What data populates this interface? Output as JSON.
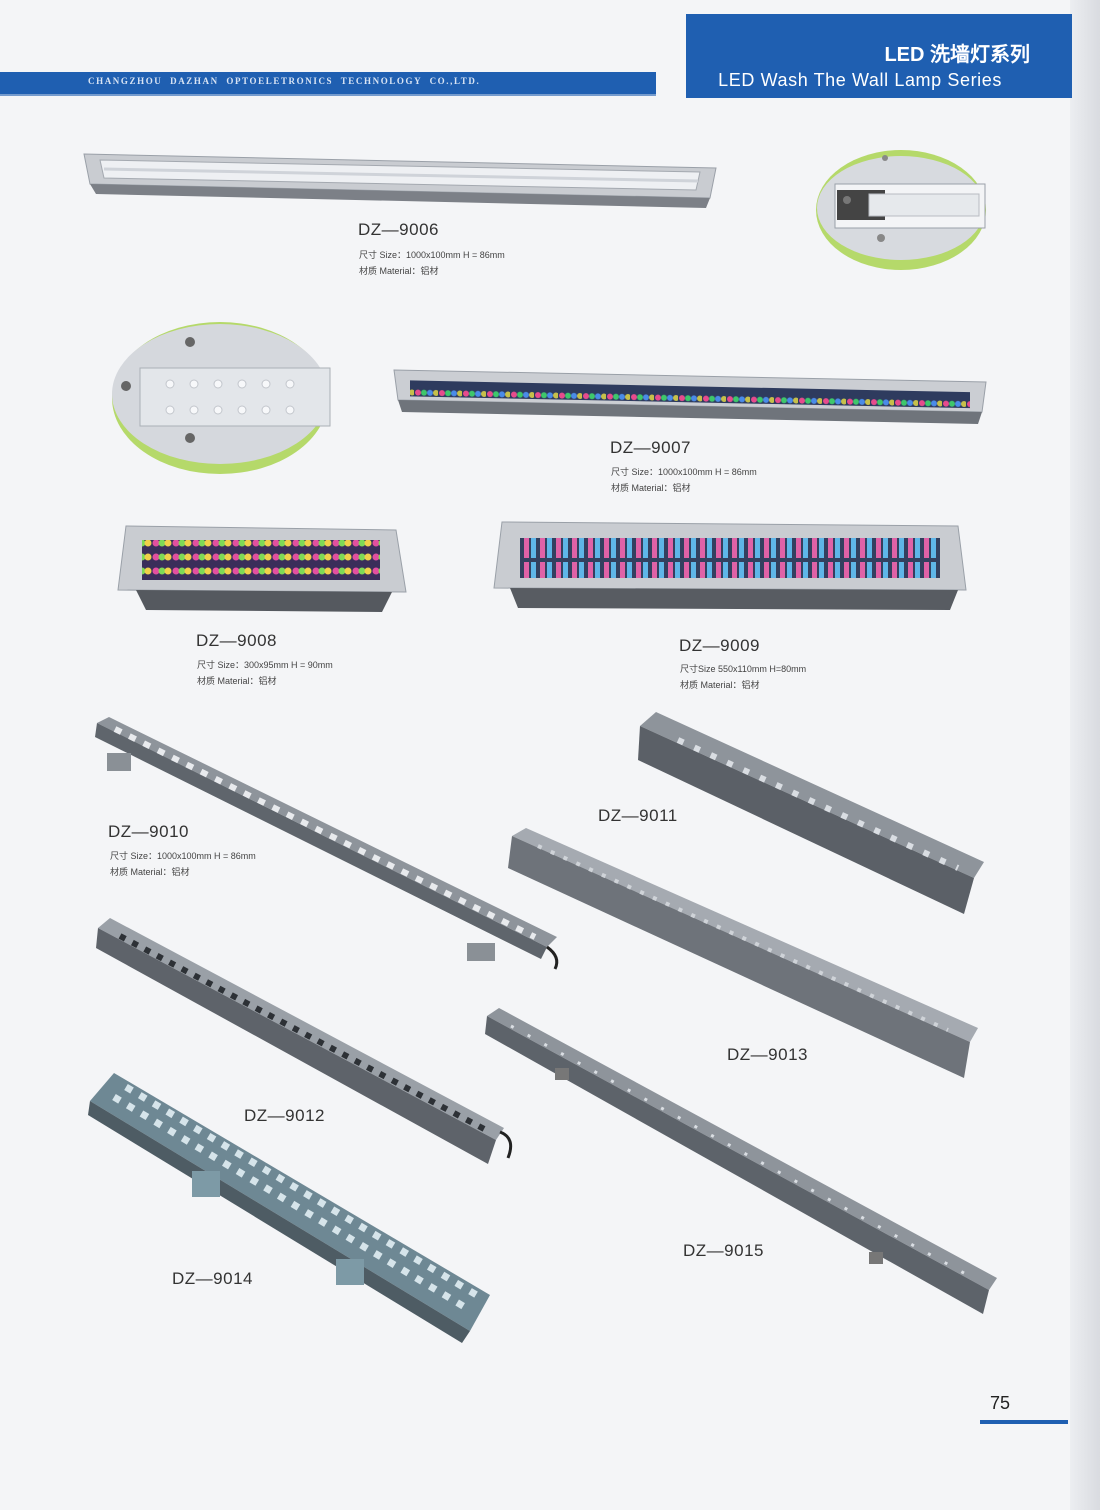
{
  "header": {
    "company": "CHANGZHOU  DAZHAN  OPTOELETRONICS  TECHNOLOGY  CO.,LTD.",
    "title_cn": "LED 洗墙灯系列",
    "title_en": "LED Wash The Wall Lamp Series"
  },
  "products": [
    {
      "model": "DZ—9006",
      "size": "尺寸 Size：1000x100mm  H = 86mm",
      "material": "材质 Material：铝材"
    },
    {
      "model": "DZ—9007",
      "size": "尺寸 Size：1000x100mm  H = 86mm",
      "material": "材质 Material：铝材"
    },
    {
      "model": "DZ—9008",
      "size": "尺寸 Size：300x95mm  H = 90mm",
      "material": "材质 Material：铝材"
    },
    {
      "model": "DZ—9009",
      "size": "尺寸Size 550x110mm  H=80mm",
      "material": "材质 Material：铝材"
    },
    {
      "model": "DZ—9010",
      "size": "尺寸 Size：1000x100mm  H = 86mm",
      "material": "材质 Material：铝材"
    },
    {
      "model": "DZ—9011"
    },
    {
      "model": "DZ—9012"
    },
    {
      "model": "DZ—9013"
    },
    {
      "model": "DZ—9014"
    },
    {
      "model": "DZ—9015"
    }
  ],
  "page_number": "75",
  "colors": {
    "brand_blue": "#1f5fb1",
    "accent_green": "#b5d96a"
  }
}
